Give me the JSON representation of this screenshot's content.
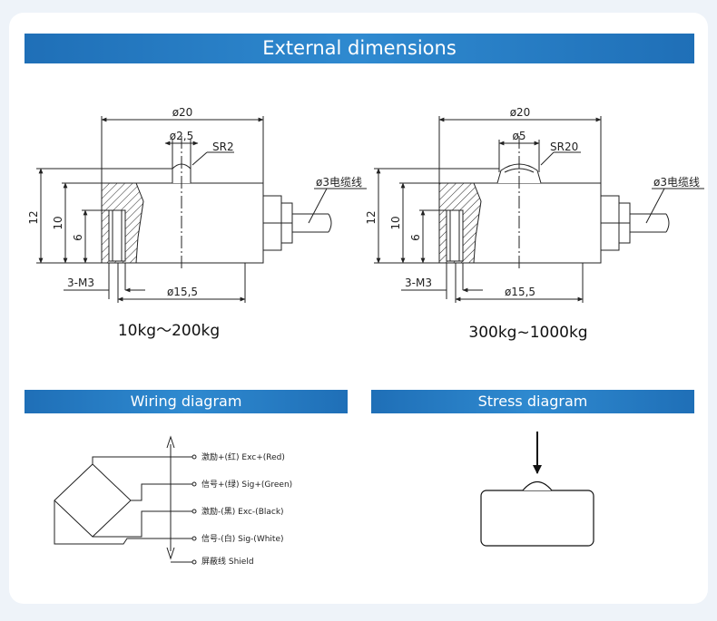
{
  "headers": {
    "external": "External dimensions",
    "wiring": "Wiring diagram",
    "stress": "Stress diagram"
  },
  "left_drawing": {
    "dia_outer": "ø20",
    "dia_pin": "ø2,5",
    "sr": "SR2",
    "cable": "ø3电缆线",
    "h12": "12",
    "h10": "10",
    "h6": "6",
    "thread": "3-M3",
    "dia_inner": "ø15,5",
    "caption": "10kg～200kg"
  },
  "right_drawing": {
    "dia_outer": "ø20",
    "dia_pin": "ø5",
    "sr": "SR20",
    "cable": "ø3电缆线",
    "h12": "12",
    "h10": "10",
    "h6": "6",
    "thread": "3-M3",
    "dia_inner": "ø15,5",
    "caption": "300kg~1000kg"
  },
  "wiring": {
    "labels": [
      "激励+(红) Exc+(Red)",
      "信号+(绿) Sig+(Green)",
      "激励-(黑) Exc-(Black)",
      "信号-(白) Sig-(White)",
      "屏蔽线 Shield"
    ]
  },
  "colors": {
    "bar": "#2f8ad0",
    "background": "#eef3f9",
    "line": "#222222"
  }
}
